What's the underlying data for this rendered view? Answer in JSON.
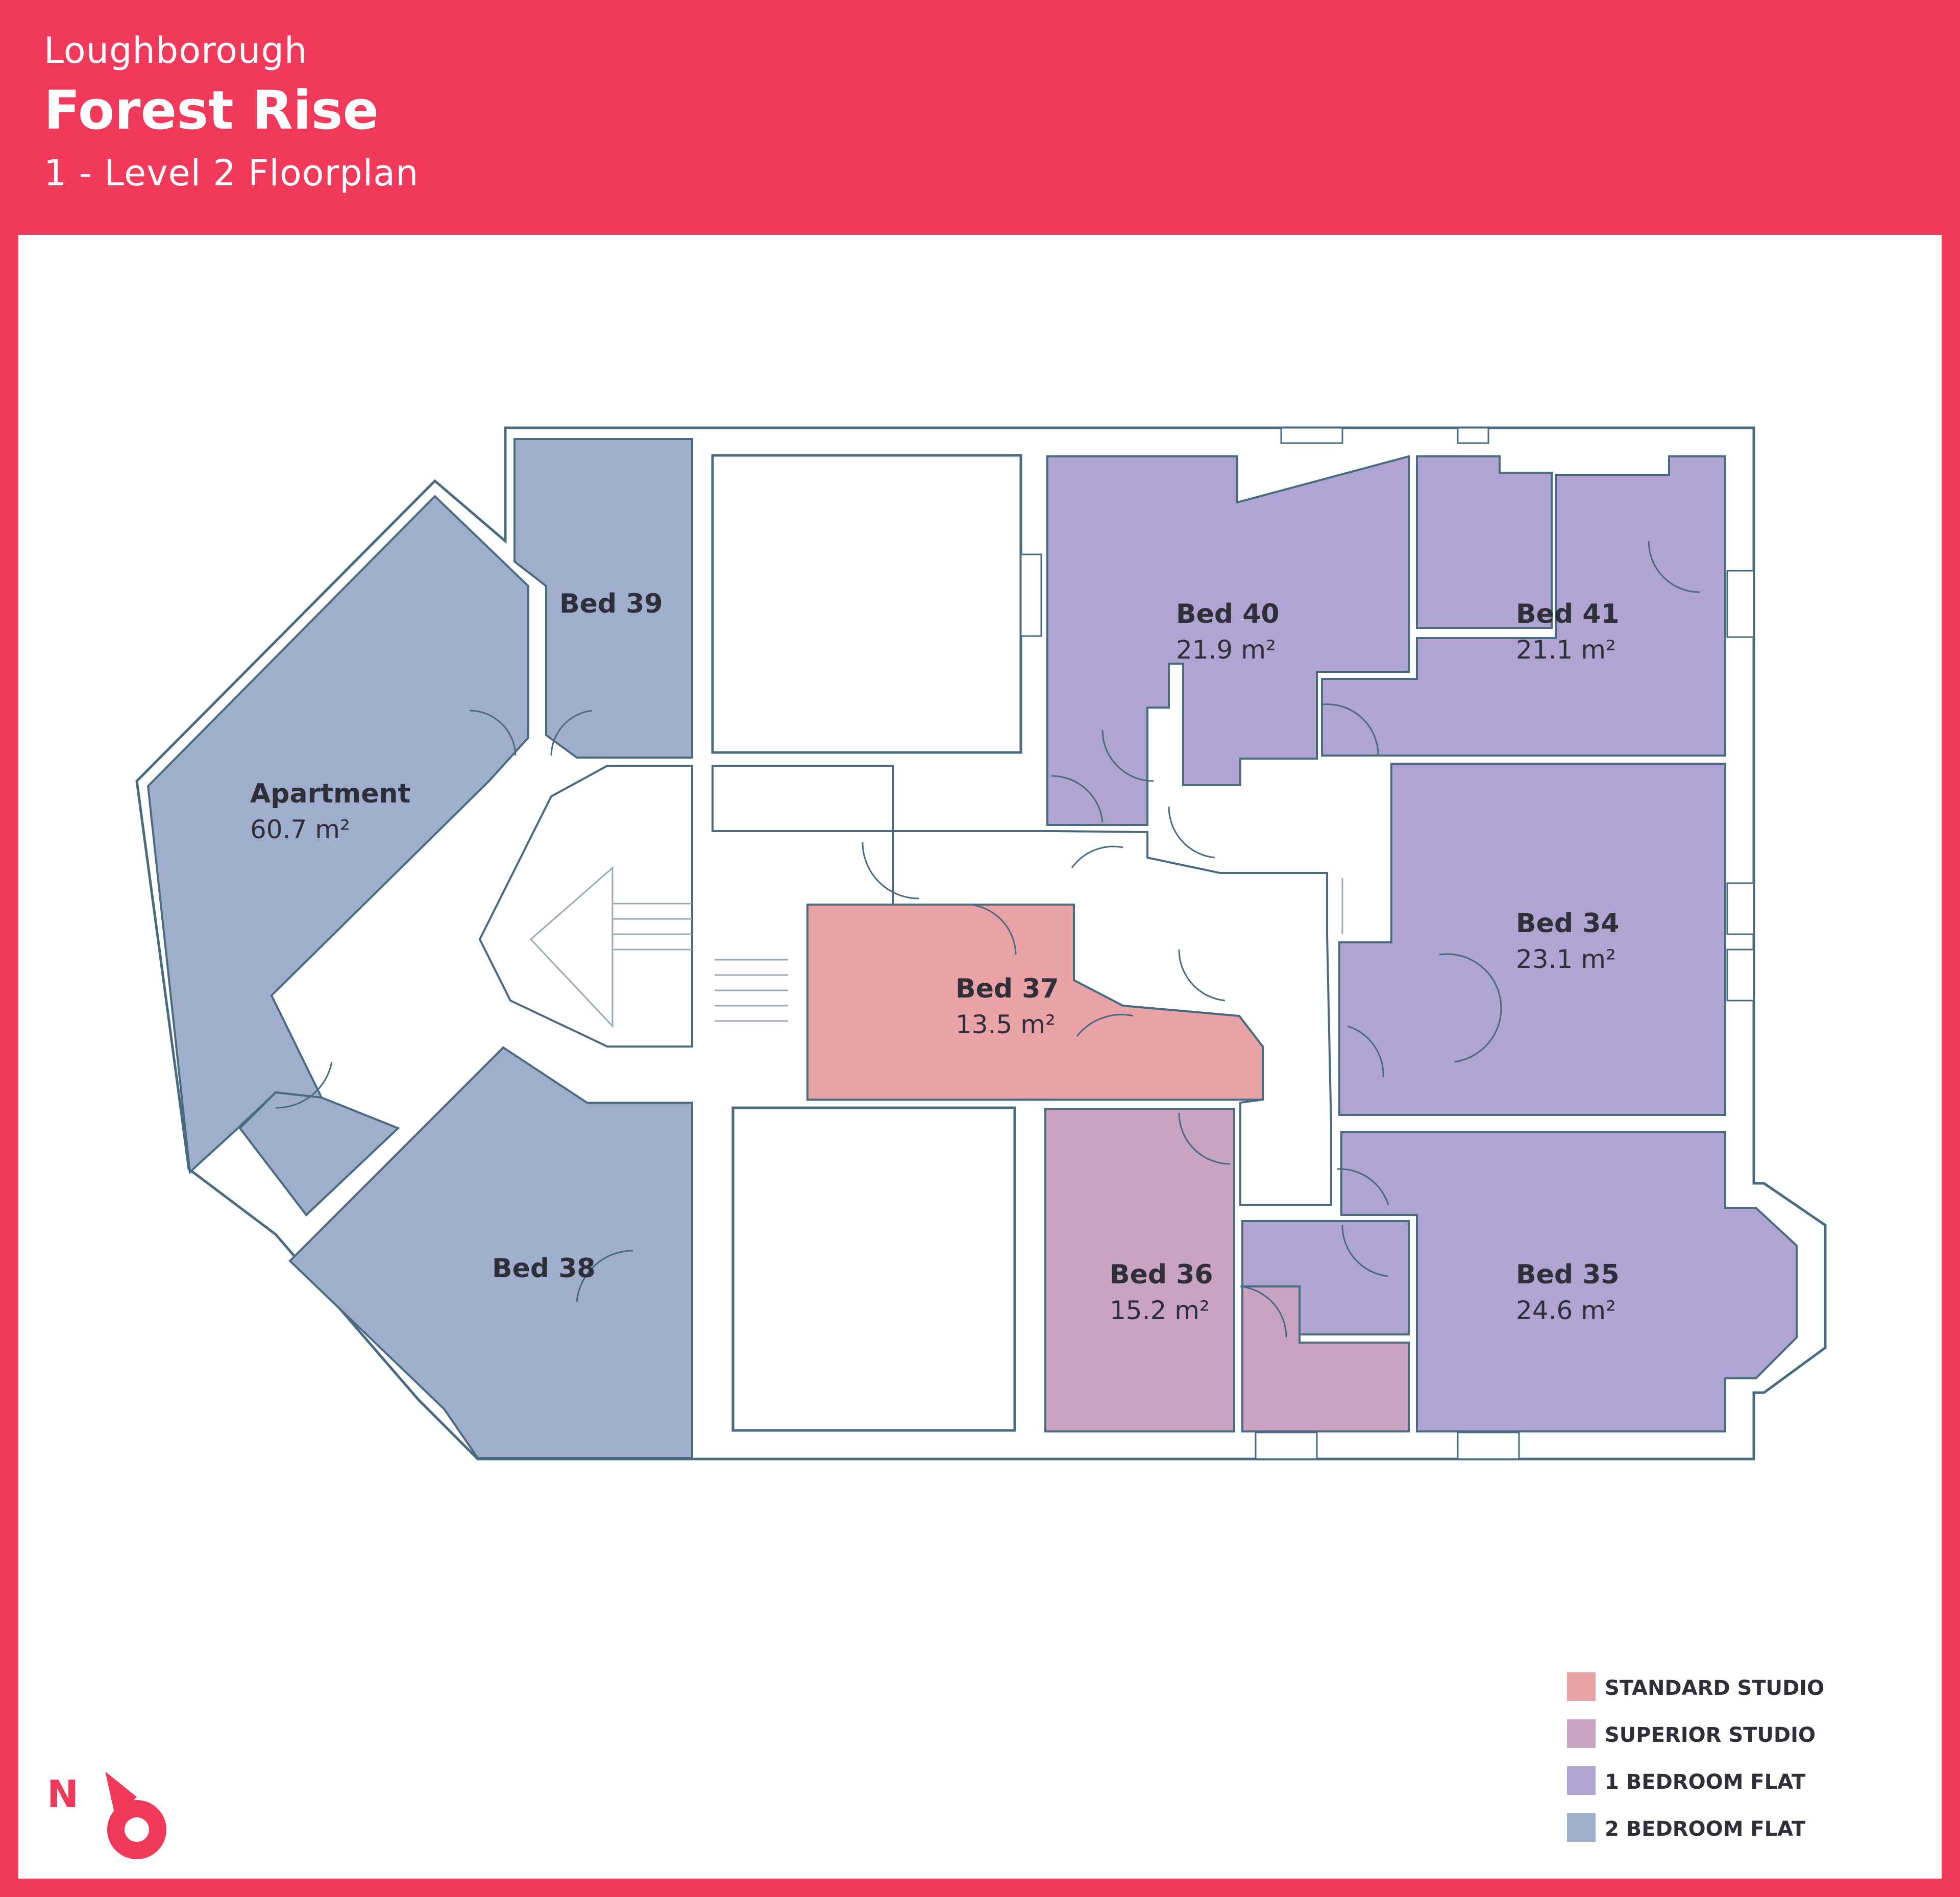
{
  "header": {
    "location": "Loughborough",
    "title": "Forest Rise",
    "subtitle": "1 - Level 2 Floorplan"
  },
  "colors": {
    "brand": "#F13A5B",
    "standard_studio": "#E9A2A6",
    "superior_studio": "#C9A3C2",
    "one_bedroom_flat": "#B0A4D2",
    "two_bedroom_flat": "#9FAECC",
    "wall": "#4A6A80"
  },
  "rooms": {
    "apartment": {
      "name": "Apartment",
      "area": "60.7 m²"
    },
    "bed39": {
      "name": "Bed 39"
    },
    "bed40": {
      "name": "Bed 40",
      "area": "21.9 m²"
    },
    "bed41": {
      "name": "Bed 41",
      "area": "21.1 m²"
    },
    "bed34": {
      "name": "Bed 34",
      "area": "23.1 m²"
    },
    "bed37": {
      "name": "Bed 37",
      "area": "13.5 m²"
    },
    "bed36": {
      "name": "Bed 36",
      "area": "15.2 m²"
    },
    "bed35": {
      "name": "Bed 35",
      "area": "24.6 m²"
    },
    "bed38": {
      "name": "Bed 38"
    }
  },
  "legend": [
    {
      "label": "STANDARD STUDIO",
      "color": "#E9A2A6"
    },
    {
      "label": "SUPERIOR STUDIO",
      "color": "#C9A3C2"
    },
    {
      "label": "1 BEDROOM FLAT",
      "color": "#B0A4D2"
    },
    {
      "label": "2 BEDROOM FLAT",
      "color": "#9FAECC"
    }
  ],
  "north": {
    "label": "N"
  }
}
